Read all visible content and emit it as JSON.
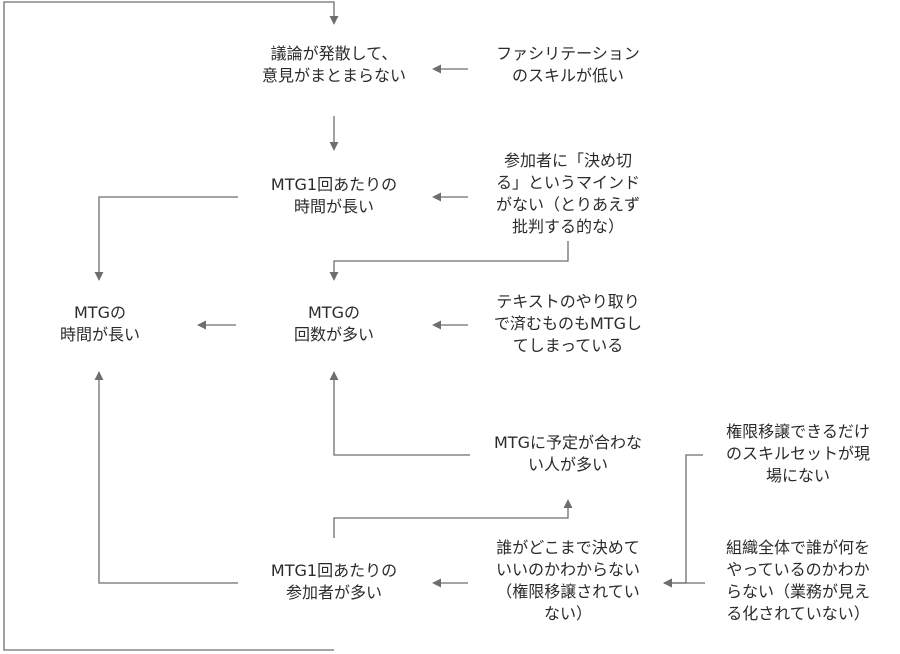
{
  "nodes": [
    {
      "id": "discussion-diverges",
      "lines": [
        "議論が発散して、",
        "意見がまとまらない"
      ]
    },
    {
      "id": "low-facilitation",
      "lines": [
        "ファシリテーション",
        "のスキルが低い"
      ]
    },
    {
      "id": "long-per-meeting",
      "lines": [
        "MTG1回あたりの",
        "時間が長い"
      ]
    },
    {
      "id": "no-decision-mindset",
      "lines": [
        "参加者に「決め切",
        "る」というマインド",
        "がない（とりあえず",
        "批判する的な）"
      ]
    },
    {
      "id": "total-meeting-time-long",
      "lines": [
        "MTGの",
        "時間が長い"
      ]
    },
    {
      "id": "many-meetings",
      "lines": [
        "MTGの",
        "回数が多い"
      ]
    },
    {
      "id": "text-could-suffice",
      "lines": [
        "テキストのやり取り",
        "で済むものもMTGし",
        "てしまっている"
      ]
    },
    {
      "id": "schedule-conflicts",
      "lines": [
        "MTGに予定が合わな",
        "い人が多い"
      ]
    },
    {
      "id": "no-delegation-skills",
      "lines": [
        "権限移譲できるだけ",
        "のスキルセットが現",
        "場にない"
      ]
    },
    {
      "id": "many-participants",
      "lines": [
        "MTG1回あたりの",
        "参加者が多い"
      ]
    },
    {
      "id": "unclear-authority",
      "lines": [
        "誰がどこまで決めて",
        "いいのかわからない",
        "（権限移譲されてい",
        "ない）"
      ]
    },
    {
      "id": "no-visibility",
      "lines": [
        "組織全体で誰が何を",
        "やっているのかわか",
        "らない（業務が見え",
        "る化されていない）"
      ]
    }
  ],
  "colors": {
    "text": "#2b2b2b",
    "edge": "#6e6e6e"
  }
}
